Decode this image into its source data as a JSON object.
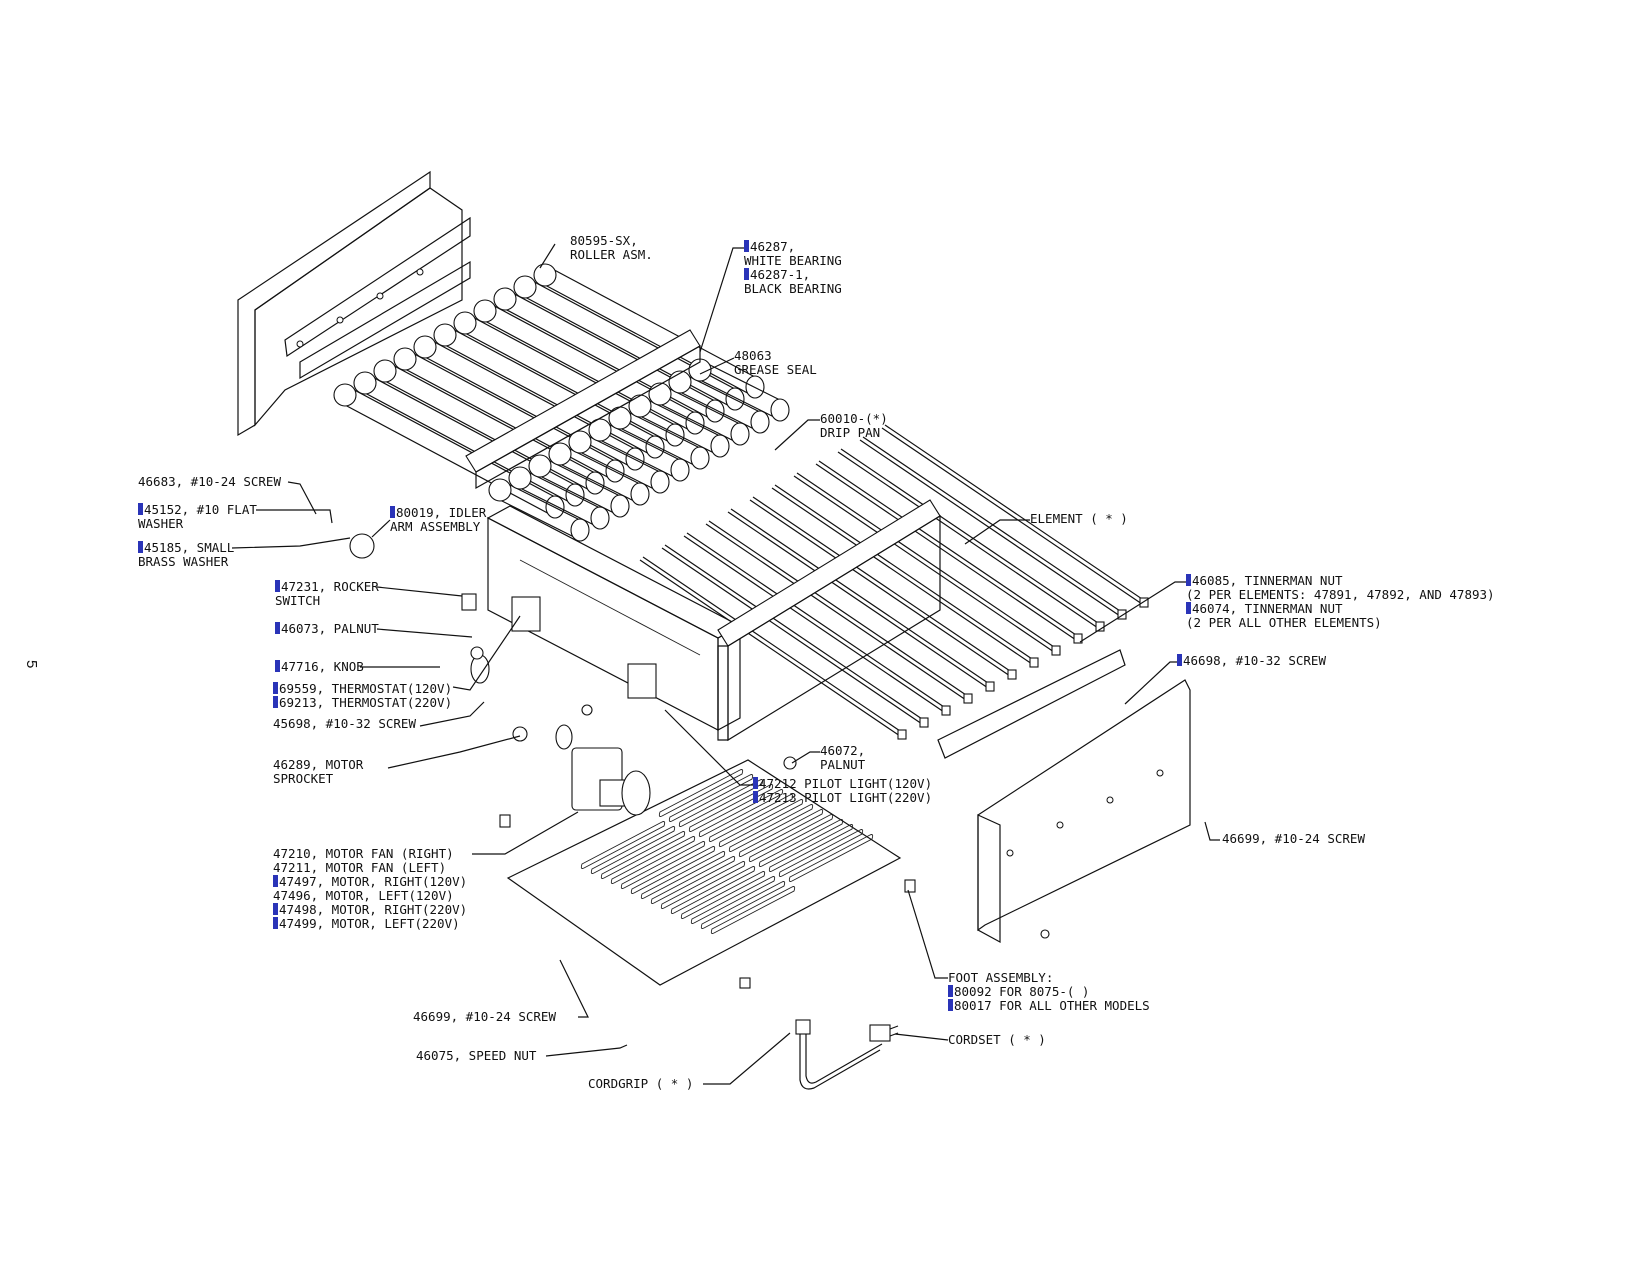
{
  "page_number": "5",
  "labels": {
    "roller_asm": [
      "80595-SX,",
      "ROLLER ASM."
    ],
    "bearing": [
      "46287,",
      "WHITE BEARING",
      "46287-1,",
      "BLACK BEARING"
    ],
    "grease_seal": [
      "48063",
      "GREASE SEAL"
    ],
    "drip_pan": [
      "60010-(*)",
      "DRIP PAN"
    ],
    "screw_1024_top": [
      "46683, #10-24 SCREW"
    ],
    "flat_washer": [
      "45152, #10 FLAT",
      "WASHER"
    ],
    "idler_arm": [
      "80019, IDLER",
      "ARM ASSEMBLY"
    ],
    "brass_washer": [
      "45185, SMALL",
      "BRASS WASHER"
    ],
    "rocker_switch": [
      "47231, ROCKER",
      "SWITCH"
    ],
    "palnut": [
      "46073, PALNUT"
    ],
    "knob": [
      "47716, KNOB"
    ],
    "thermostat": [
      "69559, THERMOSTAT(120V)",
      "69213, THERMOSTAT(220V)"
    ],
    "screw_1032_left": [
      "45698, #10-32 SCREW"
    ],
    "motor_sprocket": [
      "46289, MOTOR",
      "SPROCKET"
    ],
    "element": [
      "ELEMENT ( * )"
    ],
    "tinnerman": [
      "46085, TINNERMAN NUT",
      "(2 PER ELEMENTS: 47891, 47892, AND 47893)",
      "46074, TINNERMAN NUT",
      "(2 PER ALL OTHER ELEMENTS)"
    ],
    "screw_1032_right": [
      "46698, #10-32 SCREW"
    ],
    "palnut_2": [
      "46072,",
      "PALNUT"
    ],
    "pilot_light": [
      "47212 PILOT LIGHT(120V)",
      "47213 PILOT LIGHT(220V)"
    ],
    "screw_1024_right": [
      "46699, #10-24 SCREW"
    ],
    "motor": [
      "47210, MOTOR FAN (RIGHT)",
      "47211, MOTOR FAN (LEFT)",
      "47497, MOTOR, RIGHT(120V)",
      "47496, MOTOR, LEFT(120V)",
      "47498, MOTOR, RIGHT(220V)",
      "47499, MOTOR, LEFT(220V)"
    ],
    "foot_assembly": [
      "FOOT ASSEMBLY:",
      "80092 FOR 8075-( )",
      "80017 FOR ALL OTHER MODELS"
    ],
    "screw_1024_bottom": [
      "46699, #10-24 SCREW"
    ],
    "cordset": [
      "CORDSET ( * )"
    ],
    "speed_nut": [
      "46075, SPEED NUT"
    ],
    "cordgrip": [
      "CORDGRIP ( * )"
    ]
  },
  "highlight_color": "#2a34b8"
}
